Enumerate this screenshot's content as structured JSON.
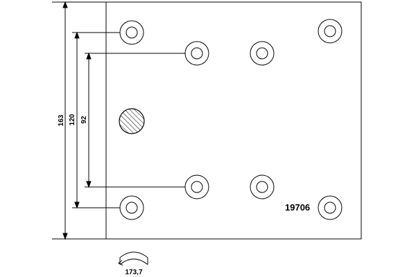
{
  "drawing": {
    "part_number": "19706",
    "dimensions": {
      "overall_height": "163",
      "outer_hole_spacing": "120",
      "inner_hole_spacing": "92",
      "arc_length": "173,7"
    }
  }
}
